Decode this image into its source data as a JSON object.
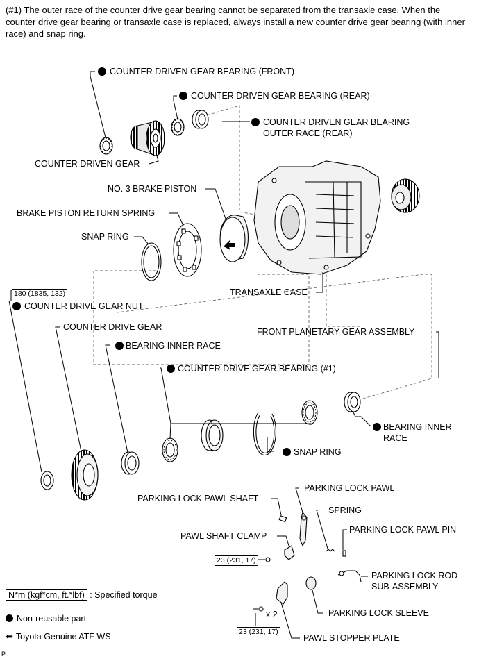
{
  "note": "(#1) The outer race of the counter drive gear bearing cannot be separated from the transaxle case. When the counter drive gear bearing or transaxle case is replaced, always install a new counter drive gear bearing (with inner race) and snap ring.",
  "labels": {
    "counter_driven_gear_bearing_front": "COUNTER DRIVEN GEAR BEARING (FRONT)",
    "counter_driven_gear_bearing_rear": "COUNTER DRIVEN GEAR BEARING (REAR)",
    "counter_driven_gear_bearing_outer_race_rear_1": "COUNTER DRIVEN GEAR BEARING",
    "counter_driven_gear_bearing_outer_race_rear_2": "OUTER RACE (REAR)",
    "counter_driven_gear": "COUNTER DRIVEN GEAR",
    "no3_brake_piston": "NO. 3 BRAKE PISTON",
    "brake_piston_return_spring": "BRAKE PISTON RETURN SPRING",
    "snap_ring_upper": "SNAP RING",
    "transaxle_case": "TRANSAXLE CASE",
    "counter_drive_gear_nut": "COUNTER DRIVE GEAR NUT",
    "counter_drive_gear": "COUNTER DRIVE GEAR",
    "front_planetary_gear_assembly": "FRONT PLANETARY GEAR ASSEMBLY",
    "bearing_inner_race_left": "BEARING INNER RACE",
    "counter_drive_gear_bearing": "COUNTER DRIVE GEAR BEARING (#1)",
    "bearing_inner_race_right_1": "BEARING INNER",
    "bearing_inner_race_right_2": "RACE",
    "snap_ring_lower": "SNAP RING",
    "parking_lock_pawl": "PARKING LOCK PAWL",
    "parking_lock_pawl_shaft": "PARKING LOCK PAWL SHAFT",
    "spring": "SPRING",
    "pawl_shaft_clamp": "PAWL SHAFT CLAMP",
    "parking_lock_pawl_pin": "PARKING LOCK PAWL PIN",
    "parking_lock_rod_1": "PARKING LOCK ROD",
    "parking_lock_rod_2": "SUB-ASSEMBLY",
    "parking_lock_sleeve": "PARKING LOCK SLEEVE",
    "pawl_stopper_plate": "PAWL STOPPER PLATE",
    "x2": "x 2"
  },
  "torque": {
    "nut": "180 (1835, 132)",
    "clamp": "23 (231, 17)",
    "stopper": "23 (231, 17)"
  },
  "legend": {
    "unit": "N*m (kgf*cm, ft.*lbf)",
    "unit_desc": ": Specified torque",
    "non_reusable": "Non-reusable part",
    "atf": "Toyota Genuine ATF WS"
  },
  "page_code": "P"
}
